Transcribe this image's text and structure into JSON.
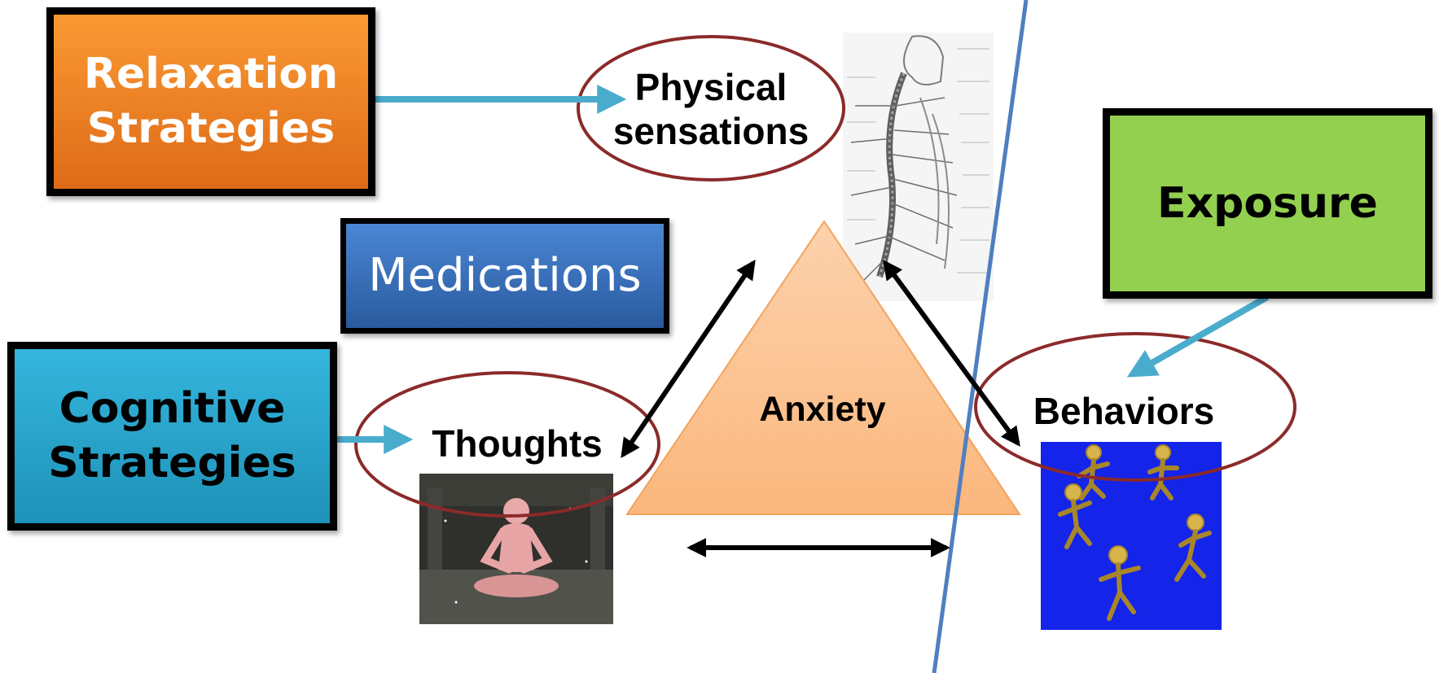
{
  "boxes": {
    "relaxation": "Relaxation\nStrategies",
    "medications": "Medications",
    "cognitive": "Cognitive\nStrategies",
    "exposure": "Exposure"
  },
  "nodes": {
    "physical": "Physical\nsensations",
    "anxiety": "Anxiety",
    "thoughts": "Thoughts",
    "behaviors": "Behaviors"
  },
  "colors": {
    "relaxation_box": "#f7901e",
    "medications_box": "#3a70bc",
    "cognitive_box": "#2aa5d0",
    "exposure_box": "#94d050",
    "triangle_fill": "#fbc08c",
    "ellipse_stroke": "#8b2a2a",
    "teal_arrow": "#4aaccc",
    "divider_line": "#4f7fc0"
  },
  "icons": [
    "nervous-system-illustration",
    "meditating-figure-image",
    "dancing-figures-image"
  ]
}
